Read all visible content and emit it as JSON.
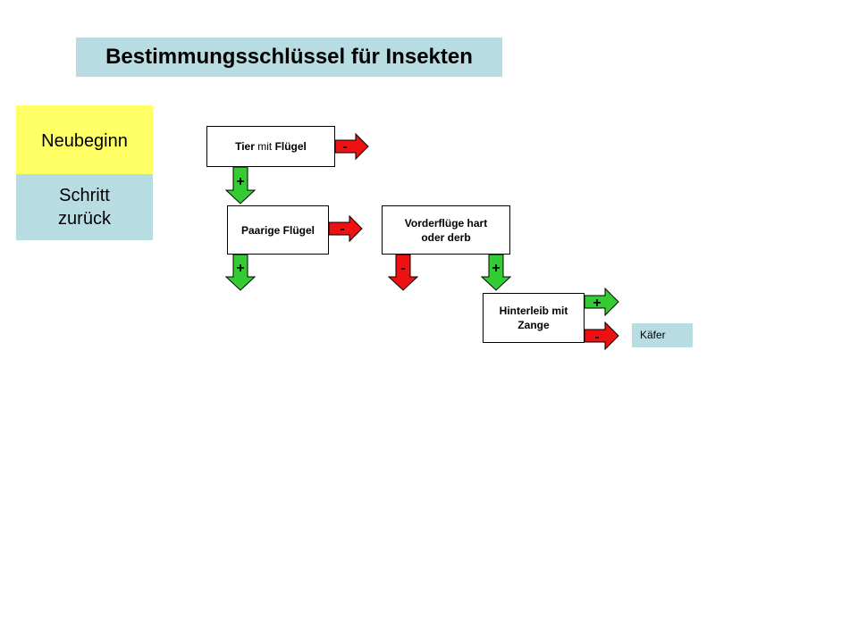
{
  "title": "Bestimmungsschlüssel für Insekten",
  "buttons": {
    "restart_label": "Neubeginn",
    "back_line1": "Schritt",
    "back_line2": "zurück"
  },
  "nodes": {
    "wings_bold1": "Tier",
    "wings_mid": "mit",
    "wings_bold2": "Flügel",
    "paired": "Paarige Flügel",
    "forewings_line1": "Vorderflüge hart",
    "forewings_line2": "oder derb",
    "abdomen_line1": "Hinterleib mit",
    "abdomen_line2": "Zange"
  },
  "result": "Käfer",
  "arrows": {
    "yes_label": "+",
    "no_label": "-"
  },
  "colors": {
    "yes_arrow": "#33cc33",
    "no_arrow": "#ee1111",
    "title_bg": "#b7dde3",
    "restart_bg": "#ffff66"
  }
}
